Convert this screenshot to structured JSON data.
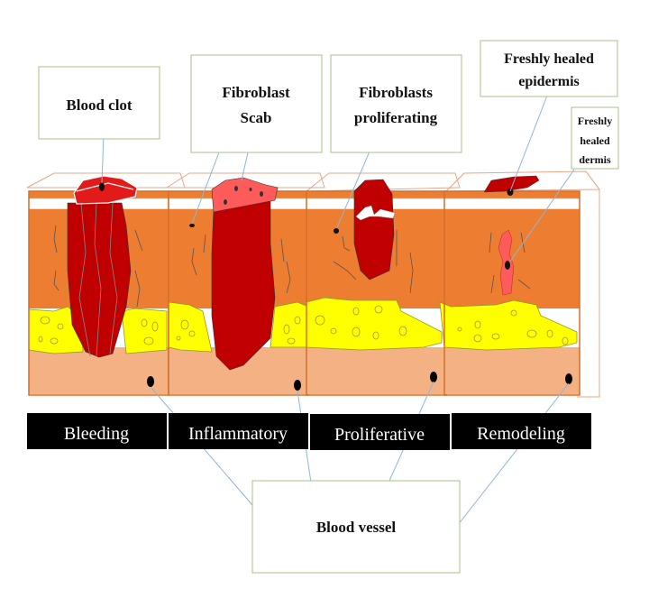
{
  "labels": {
    "blood_clot": "Blood clot",
    "fibroblast_line1": "Fibroblast",
    "fibroblast_line2": "Scab",
    "fibroblasts_prolif_line1": "Fibroblasts",
    "fibroblasts_prolif_line2": "proliferating",
    "epidermis_line1": "Freshly healed",
    "epidermis_line2": "epidermis",
    "dermis_line1": "Freshly",
    "dermis_line2": "healed",
    "dermis_line3": "dermis",
    "blood_vessel": "Blood vessel"
  },
  "stages": [
    {
      "label": "Bleeding"
    },
    {
      "label": "Inflammatory"
    },
    {
      "label": "Proliferative"
    },
    {
      "label": "Remodeling"
    }
  ],
  "colors": {
    "dermis": "#ed7d31",
    "hypodermis": "#f4b183",
    "fat": "#ffff00",
    "clot": "#c00000",
    "scab": "#ff5b5b",
    "box_border": "#a9c08a",
    "leader": "#8fb4d6",
    "stage_bg": "#000000"
  }
}
